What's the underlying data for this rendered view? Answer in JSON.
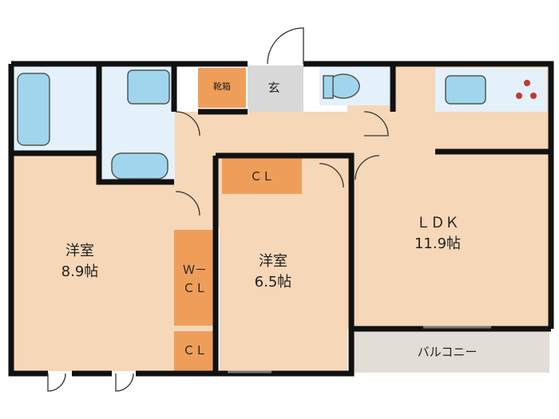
{
  "rooms": {
    "western_1": {
      "name": "洋室",
      "size": "8.9帖"
    },
    "western_2": {
      "name": "洋室",
      "size": "6.5帖"
    },
    "ldk": {
      "name": "ＬＤＫ",
      "size": "11.9帖"
    }
  },
  "closets": {
    "cl_top": "ＣＬ",
    "wcl_line1": "Ｗ－",
    "wcl_line2": "ＣＬ",
    "cl_bottom": "ＣＬ"
  },
  "entrance": {
    "shoe_box": "靴箱",
    "genkan": "玄"
  },
  "balcony": "バルコニー",
  "colors": {
    "room_floor": "#f6d7b8",
    "wet_area": "#e4f1fa",
    "closet": "#ef9e5a",
    "entrance": "#d8d8d8",
    "balcony": "#e2ddd5",
    "wall": "#111111",
    "fixture": "#9fd6ee"
  }
}
